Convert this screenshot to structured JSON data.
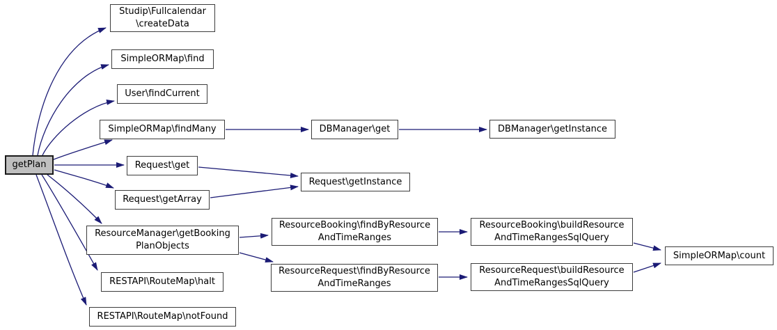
{
  "diagram": {
    "type": "call-graph",
    "root_function": "getPlan",
    "colors": {
      "edge": "#1b1b75",
      "node_border": "#3c3c3c",
      "node_fill": "#ffffff",
      "root_fill": "#bfbfbf"
    },
    "nodes": {
      "getplan": {
        "label": "getPlan"
      },
      "createdata": {
        "label": "Studip\\Fullcalendar\n\\createData"
      },
      "find": {
        "label": "SimpleORMap\\find"
      },
      "findcurrent": {
        "label": "User\\findCurrent"
      },
      "findmany": {
        "label": "SimpleORMap\\findMany"
      },
      "requestget": {
        "label": "Request\\get"
      },
      "getarray": {
        "label": "Request\\getArray"
      },
      "resourcemanager": {
        "label": "ResourceManager\\getBooking\nPlanObjects"
      },
      "halt": {
        "label": "RESTAPI\\RouteMap\\halt"
      },
      "notfound": {
        "label": "RESTAPI\\RouteMap\\notFound"
      },
      "dbget": {
        "label": "DBManager\\get"
      },
      "requestgetinstance": {
        "label": "Request\\getInstance"
      },
      "rbfindby": {
        "label": "ResourceBooking\\findByResource\nAndTimeRanges"
      },
      "rrfindby": {
        "label": "ResourceRequest\\findByResource\nAndTimeRanges"
      },
      "dbgetinstance": {
        "label": "DBManager\\getInstance"
      },
      "rbbuild": {
        "label": "ResourceBooking\\buildResource\nAndTimeRangesSqlQuery"
      },
      "rrbuild": {
        "label": "ResourceRequest\\buildResource\nAndTimeRangesSqlQuery"
      },
      "count": {
        "label": "SimpleORMap\\count"
      }
    },
    "edges": [
      {
        "from": "getPlan",
        "to": "Studip\\Fullcalendar\\createData"
      },
      {
        "from": "getPlan",
        "to": "SimpleORMap\\find"
      },
      {
        "from": "getPlan",
        "to": "User\\findCurrent"
      },
      {
        "from": "getPlan",
        "to": "SimpleORMap\\findMany"
      },
      {
        "from": "getPlan",
        "to": "Request\\get"
      },
      {
        "from": "getPlan",
        "to": "Request\\getArray"
      },
      {
        "from": "getPlan",
        "to": "ResourceManager\\getBookingPlanObjects"
      },
      {
        "from": "getPlan",
        "to": "RESTAPI\\RouteMap\\halt"
      },
      {
        "from": "getPlan",
        "to": "RESTAPI\\RouteMap\\notFound"
      },
      {
        "from": "SimpleORMap\\findMany",
        "to": "DBManager\\get"
      },
      {
        "from": "DBManager\\get",
        "to": "DBManager\\getInstance"
      },
      {
        "from": "Request\\get",
        "to": "Request\\getInstance"
      },
      {
        "from": "Request\\getArray",
        "to": "Request\\getInstance"
      },
      {
        "from": "ResourceManager\\getBookingPlanObjects",
        "to": "ResourceBooking\\findByResourceAndTimeRanges"
      },
      {
        "from": "ResourceManager\\getBookingPlanObjects",
        "to": "ResourceRequest\\findByResourceAndTimeRanges"
      },
      {
        "from": "ResourceBooking\\findByResourceAndTimeRanges",
        "to": "ResourceBooking\\buildResourceAndTimeRangesSqlQuery"
      },
      {
        "from": "ResourceRequest\\findByResourceAndTimeRanges",
        "to": "ResourceRequest\\buildResourceAndTimeRangesSqlQuery"
      },
      {
        "from": "ResourceBooking\\buildResourceAndTimeRangesSqlQuery",
        "to": "SimpleORMap\\count"
      },
      {
        "from": "ResourceRequest\\buildResourceAndTimeRangesSqlQuery",
        "to": "SimpleORMap\\count"
      }
    ]
  }
}
